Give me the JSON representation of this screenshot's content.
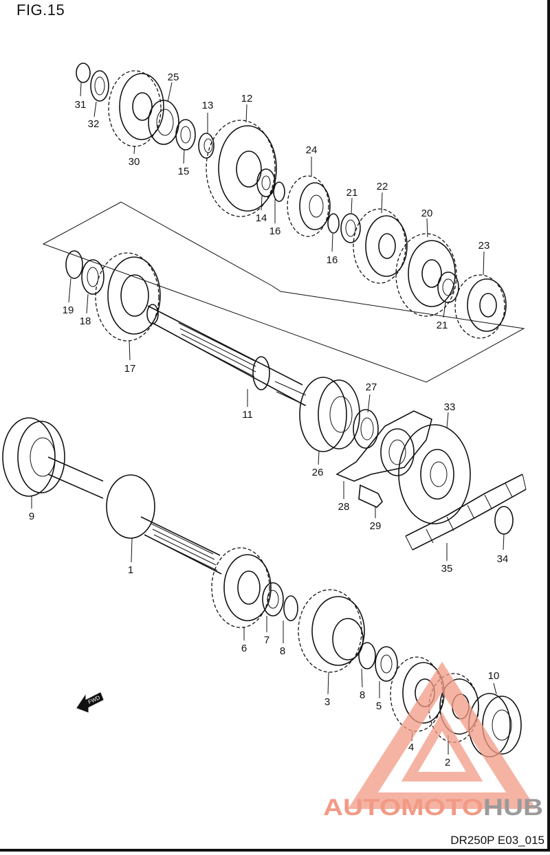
{
  "figure": {
    "title": "FIG.15",
    "code": "DR250P E03_015"
  },
  "watermark": {
    "text": "AUTOMOTOHUB",
    "color_main": "#f29a86",
    "color_hub": "#9a9a9a"
  },
  "colors": {
    "line": "#111111",
    "paper": "#ffffff"
  },
  "fwd_label": "FWD",
  "callouts": [
    {
      "id": "31",
      "label": "31"
    },
    {
      "id": "32",
      "label": "32"
    },
    {
      "id": "30",
      "label": "30"
    },
    {
      "id": "25",
      "label": "25"
    },
    {
      "id": "15",
      "label": "15"
    },
    {
      "id": "13",
      "label": "13"
    },
    {
      "id": "12",
      "label": "12"
    },
    {
      "id": "14",
      "label": "14"
    },
    {
      "id": "16a",
      "label": "16"
    },
    {
      "id": "24",
      "label": "24"
    },
    {
      "id": "21a",
      "label": "21"
    },
    {
      "id": "16b",
      "label": "16"
    },
    {
      "id": "22",
      "label": "22"
    },
    {
      "id": "20",
      "label": "20"
    },
    {
      "id": "23",
      "label": "23"
    },
    {
      "id": "21b",
      "label": "21"
    },
    {
      "id": "19",
      "label": "19"
    },
    {
      "id": "18",
      "label": "18"
    },
    {
      "id": "17",
      "label": "17"
    },
    {
      "id": "11",
      "label": "11"
    },
    {
      "id": "27",
      "label": "27"
    },
    {
      "id": "33",
      "label": "33"
    },
    {
      "id": "26",
      "label": "26"
    },
    {
      "id": "28",
      "label": "28"
    },
    {
      "id": "29",
      "label": "29"
    },
    {
      "id": "9",
      "label": "9"
    },
    {
      "id": "1",
      "label": "1"
    },
    {
      "id": "34",
      "label": "34"
    },
    {
      "id": "35",
      "label": "35"
    },
    {
      "id": "6",
      "label": "6"
    },
    {
      "id": "7",
      "label": "7"
    },
    {
      "id": "8a",
      "label": "8"
    },
    {
      "id": "3",
      "label": "3"
    },
    {
      "id": "8b",
      "label": "8"
    },
    {
      "id": "5",
      "label": "5"
    },
    {
      "id": "10",
      "label": "10"
    },
    {
      "id": "4",
      "label": "4"
    },
    {
      "id": "2",
      "label": "2"
    }
  ]
}
